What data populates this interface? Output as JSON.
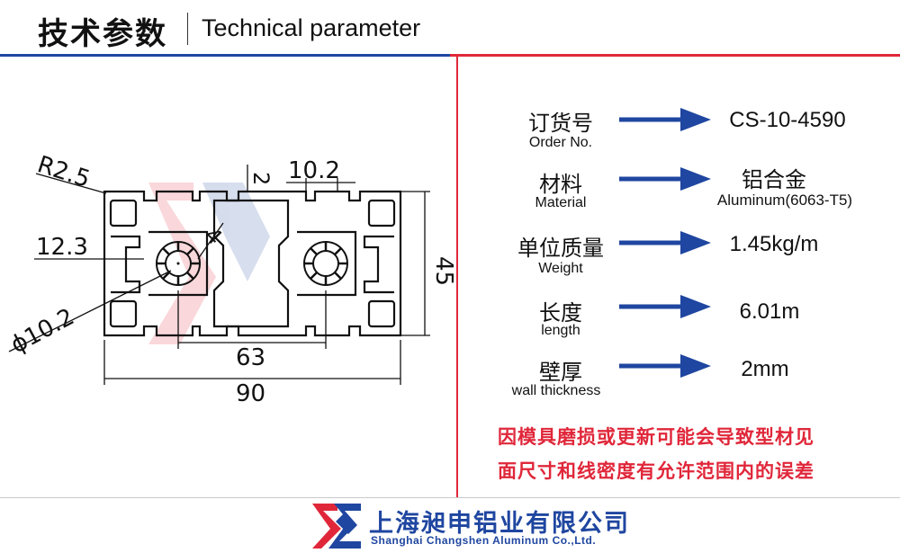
{
  "header": {
    "title_cn": "技术参数",
    "title_en": "Technical parameter"
  },
  "drawing": {
    "dims": {
      "radius": "R2.5",
      "slot": "10.2",
      "top_small": "2",
      "diag": "4",
      "left_h": "12.3",
      "bore": "ϕ10.2",
      "height": "45",
      "inner_w": "63",
      "total_w": "90"
    }
  },
  "specs": [
    {
      "label_cn": "订货号",
      "label_en": "Order No.",
      "value": "CS-10-4590",
      "value_sub": ""
    },
    {
      "label_cn": "材料",
      "label_en": "Material",
      "value": "铝合金",
      "value_sub": "Aluminum(6063-T5)"
    },
    {
      "label_cn": "单位质量",
      "label_en": "Weight",
      "value": "1.45kg/m",
      "value_sub": ""
    },
    {
      "label_cn": "长度",
      "label_en": "length",
      "value": "6.01m",
      "value_sub": ""
    },
    {
      "label_cn": "壁厚",
      "label_en": "wall thickness",
      "value": "2mm",
      "value_sub": ""
    }
  ],
  "notes": {
    "line1": "因模具磨损或更新可能会导致型材见",
    "line2": "面尺寸和线密度有允许范围内的误差"
  },
  "company": {
    "name_cn": "上海昶申铝业有限公司",
    "name_en": "Shanghai  Changshen Aluminum  Co.,Ltd."
  },
  "colors": {
    "accent_blue": "#1f46a0",
    "accent_red": "#e0273a"
  }
}
